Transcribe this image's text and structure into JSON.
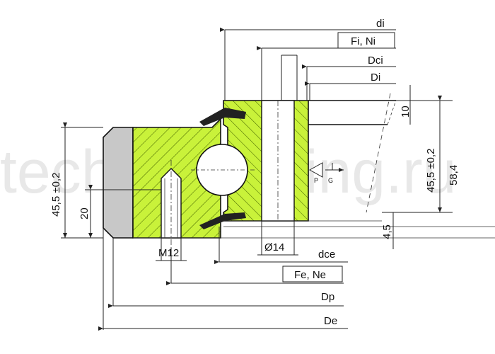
{
  "watermark": "technobearing.ru",
  "colors": {
    "ring_fill": "#c9f23a",
    "outer_ring_fill": "#c8c8c8",
    "hatch": "#4a6a00",
    "seal": "#222222",
    "line": "#222222"
  },
  "labels": {
    "di": "di",
    "fi_ni": "Fi, Ni",
    "dci": "Dci",
    "Di": "Di",
    "dce": "dce",
    "fe_ne": "Fe, Ne",
    "dp": "Dp",
    "de": "De",
    "m12": "M12",
    "d14": "Ø14",
    "p": "P",
    "g": "G",
    "h455_left": "45,5 ±0,2",
    "h20": "20",
    "h10": "10",
    "h455_right": "45,5 ±0,2",
    "h58": "58,4",
    "h45": "4,5"
  }
}
